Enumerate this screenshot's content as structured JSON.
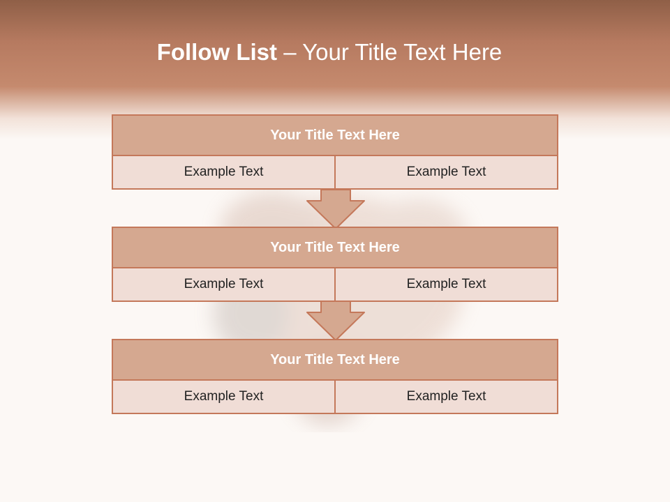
{
  "slide": {
    "title_bold": "Follow List",
    "title_rest": "– Your Title Text Here"
  },
  "blocks": [
    {
      "title": "Your Title Text Here",
      "left_text": "Example Text",
      "right_text": "Example Text"
    },
    {
      "title": "Your Title Text Here",
      "left_text": "Example Text",
      "right_text": "Example Text"
    },
    {
      "title": "Your Title Text Here",
      "left_text": "Example Text",
      "right_text": "Example Text"
    }
  ],
  "colors": {
    "header_top": "#8f5f47",
    "header_mid": "#c58a6e",
    "block_title": "#d5a890",
    "block_cell": "#f0ddd6",
    "border_arrow": "#c4785a"
  }
}
